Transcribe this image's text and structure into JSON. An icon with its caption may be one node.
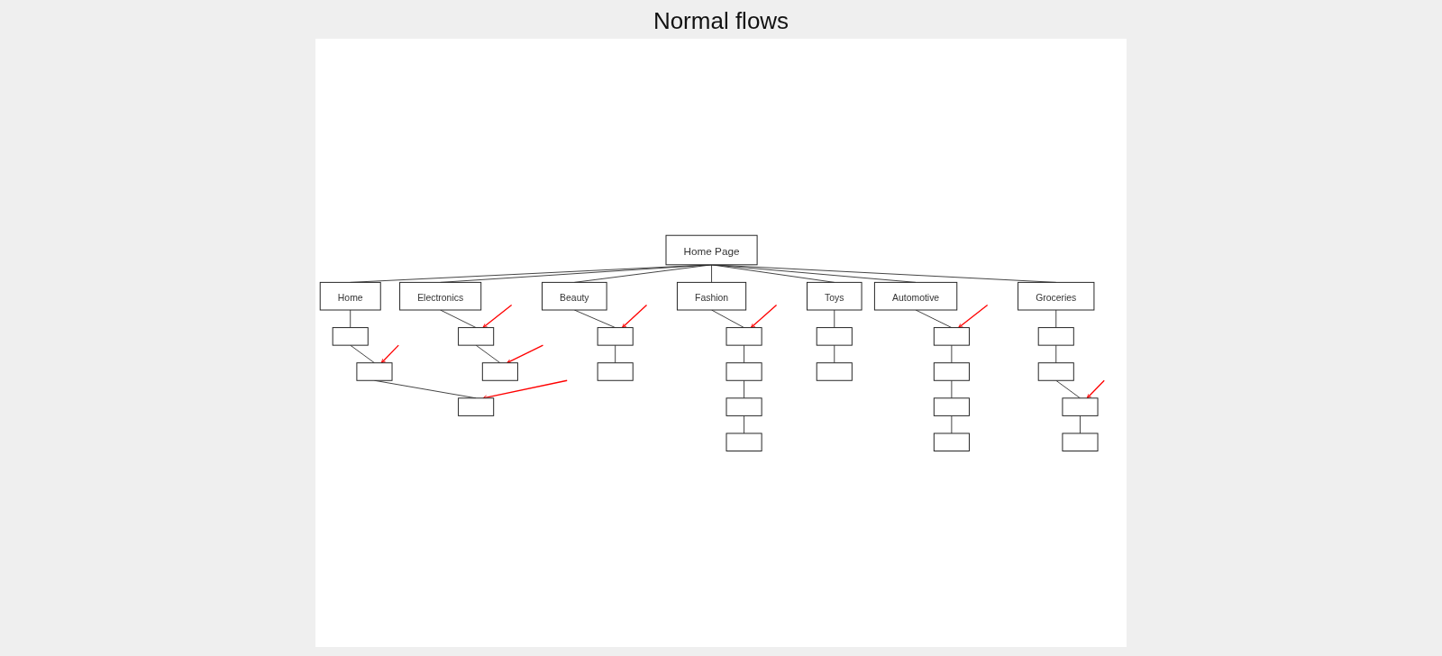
{
  "diagram": {
    "title": "Normal flows",
    "nodes": [
      {
        "text": [
          "Home Page"
        ]
      },
      {
        "text": [
          "Home"
        ]
      },
      {
        "text": [
          "Electronics"
        ]
      },
      {
        "text": [
          "Fashion"
        ]
      },
      {
        "text": [
          "Beauty"
        ]
      },
      {
        "text": [
          "Automotive"
        ]
      },
      {
        "text": [
          "Toys"
        ]
      },
      {
        "text": [
          "Groceries"
        ]
      },
      {
        "text": [],
        "shape": "box"
      },
      {
        "text": [],
        "shape": "box"
      },
      {
        "text": [],
        "shape": "box"
      },
      {
        "text": [],
        "shape": "box"
      },
      {
        "text": [],
        "shape": "box"
      },
      {
        "text": [],
        "shape": "box"
      },
      {
        "text": [],
        "shape": "box"
      },
      {
        "text": [],
        "shape": "box"
      },
      {
        "text": [],
        "shape": "box"
      },
      {
        "text": [],
        "shape": "box"
      },
      {
        "text": [],
        "shape": "box"
      },
      {
        "text": [],
        "shape": "box"
      },
      {
        "text": [],
        "shape": "box"
      },
      {
        "text": [],
        "shape": "box"
      },
      {
        "text": [],
        "shape": "box"
      },
      {
        "text": [],
        "shape": "box"
      },
      {
        "text": [],
        "shape": "box"
      },
      {
        "text": [],
        "shape": "box"
      },
      {
        "text": [],
        "shape": "box"
      },
      {
        "text": [],
        "shape": "box"
      },
      {
        "text": [],
        "shape": "box"
      }
    ],
    "edges": [
      {
        "from": 0,
        "to": 1,
        "arrow": "none"
      },
      {
        "from": 0,
        "to": 2,
        "arrow": "none"
      },
      {
        "from": 0,
        "to": 3,
        "arrow": "none"
      },
      {
        "from": 0,
        "to": 4,
        "arrow": "none"
      },
      {
        "from": 0,
        "to": 5,
        "arrow": "none"
      },
      {
        "from": 0,
        "to": 6,
        "arrow": "none"
      },
      {
        "from": 0,
        "to": 7,
        "arrow": "none"
      },
      {
        "from": 1,
        "to": 8,
        "arrow": "none"
      },
      {
        "from": 8,
        "to": 9,
        "arrow": "none"
      },
      {
        "from": 9,
        "to": 10,
        "arrow": "none"
      },
      {
        "from": 2,
        "to": 11,
        "arrow": "none"
      },
      {
        "from": 11,
        "to": 12,
        "arrow": "none"
      },
      {
        "from": 3,
        "to": 13,
        "arrow": "none"
      },
      {
        "from": 13,
        "to": 14,
        "arrow": "none"
      },
      {
        "from": 14,
        "to": 15,
        "arrow": "none"
      },
      {
        "from": 15,
        "to": 16,
        "arrow": "none"
      },
      {
        "from": 4,
        "to": 17,
        "arrow": "none"
      },
      {
        "from": 17,
        "to": 18,
        "arrow": "none"
      },
      {
        "from": 5,
        "to": 19,
        "arrow": "none"
      },
      {
        "from": 19,
        "to": 20,
        "arrow": "none"
      },
      {
        "from": 20,
        "to": 21,
        "arrow": "none"
      },
      {
        "from": 21,
        "to": 22,
        "arrow": "none"
      },
      {
        "from": 6,
        "to": 23,
        "arrow": "none"
      },
      {
        "from": 23,
        "to": 24,
        "arrow": "none"
      },
      {
        "from": 7,
        "to": 25,
        "arrow": "none"
      },
      {
        "from": 25,
        "to": 26,
        "arrow": "none"
      },
      {
        "from": 26,
        "to": 27,
        "arrow": "none"
      },
      {
        "from": 27,
        "to": 28,
        "arrow": "none"
      },
      {
        "from": null,
        "to": 9,
        "arrow": "to",
        "color": "#ff0000"
      },
      {
        "from": null,
        "to": 10,
        "arrow": "to",
        "color": "#ff0000"
      },
      {
        "from": null,
        "to": 11,
        "arrow": "to",
        "color": "#ff0000"
      },
      {
        "from": null,
        "to": 12,
        "arrow": "to",
        "color": "#ff0000"
      },
      {
        "from": null,
        "to": 13,
        "arrow": "to",
        "color": "#ff0000"
      },
      {
        "from": null,
        "to": 17,
        "arrow": "to",
        "color": "#ff0000"
      },
      {
        "from": null,
        "to": 19,
        "arrow": "to",
        "color": "#ff0000"
      },
      {
        "from": null,
        "to": 27,
        "arrow": "to",
        "color": "#ff0000"
      }
    ]
  }
}
